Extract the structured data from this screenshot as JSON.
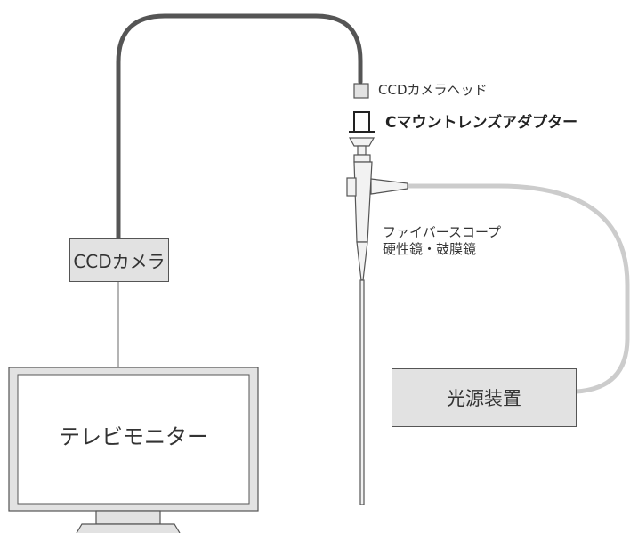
{
  "labels": {
    "ccd_camera_head": "CCDカメラヘッド",
    "c_mount_adapter": "Cマウントレンズアダプター",
    "ccd_camera": "CCDカメラ",
    "scope_line1": "ファイバースコープ",
    "scope_line2": "硬性鏡・鼓膜鏡",
    "light_source": "光源装置",
    "tv_monitor": "テレビモニター"
  },
  "colors": {
    "video_cable": "#555555",
    "monitor_cable": "#b4b4b4",
    "light_cable": "#cccccc",
    "box_fill": "#e2e2e2",
    "outline": "#555555",
    "text": "#333333"
  }
}
